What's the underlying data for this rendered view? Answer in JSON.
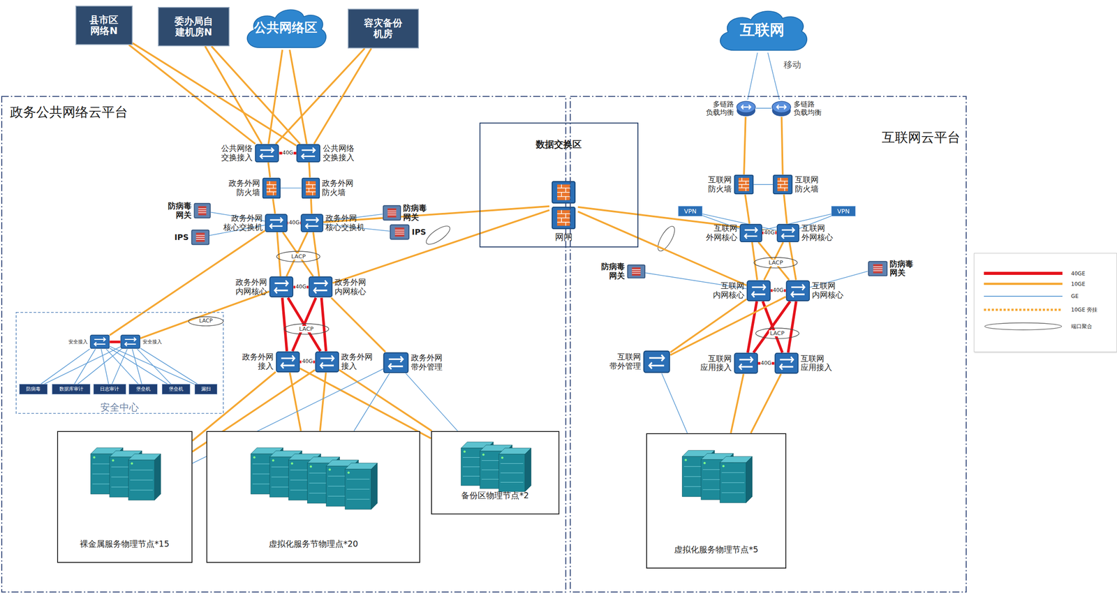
{
  "diagram": {
    "nodes": [
      {
        "text": [
          "县市区 网络N"
        ]
      },
      {
        "text": [
          "委办局自 建机房N"
        ]
      },
      {
        "text": [
          "公共网络区"
        ]
      },
      {
        "text": [
          "容灾备份 机房"
        ]
      },
      {
        "text": [
          "互联网"
        ]
      },
      {
        "text": [
          "政务公共网络云平台"
        ]
      },
      {
        "text": [
          "公共网络 交换接入"
        ],
        "in": 5
      },
      {
        "text": [
          "公共网络 交换接入"
        ],
        "in": 5
      },
      {
        "text": [
          "政务外网 防火墙"
        ],
        "in": 5
      },
      {
        "text": [
          "政务外网 防火墙"
        ],
        "in": 5
      },
      {
        "text": [
          "防病毒 网关"
        ],
        "in": 5
      },
      {
        "text": [
          "政务外网 核心交换机"
        ],
        "in": 5
      },
      {
        "text": [
          "政务外网 核心交换机"
        ],
        "in": 5
      },
      {
        "text": [
          "防病毒 网关"
        ],
        "in": 5
      },
      {
        "text": [
          "IPS"
        ],
        "in": 5
      },
      {
        "text": [
          "IPS"
        ],
        "in": 5
      },
      {
        "text": [
          "政务外网 内网核心"
        ],
        "in": 5
      },
      {
        "text": [
          "政务外网 内网核心"
        ],
        "in": 5
      },
      {
        "text": [
          "安全中心"
        ],
        "in": 5
      },
      {
        "text": [
          "安全接入"
        ],
        "in": 18
      },
      {
        "text": [
          "安全接入"
        ],
        "in": 18
      },
      {
        "text": [
          "防病毒"
        ],
        "in": 18
      },
      {
        "text": [
          "数据库审计"
        ],
        "in": 18
      },
      {
        "text": [
          "日志审计"
        ],
        "in": 18
      },
      {
        "text": [
          "堡垒机"
        ],
        "in": 18
      },
      {
        "text": [
          "堡垒机"
        ],
        "in": 18
      },
      {
        "text": [
          "漏扫"
        ],
        "in": 18
      },
      {
        "text": [
          "政务外网 接入"
        ],
        "in": 5
      },
      {
        "text": [
          "政务外网 接入"
        ],
        "in": 5
      },
      {
        "text": [
          "政务外网 带外管理"
        ],
        "in": 5
      },
      {
        "text": [
          "裸金属服务物理节点*15"
        ],
        "in": 5
      },
      {
        "text": [
          "虚拟化服务节物理点*20"
        ],
        "in": 5
      },
      {
        "text": [
          "备份区物理节点*2"
        ],
        "in": 5
      },
      {
        "text": [
          "数据交换区"
        ]
      },
      {
        "text": [
          "网闸"
        ],
        "in": 33
      },
      {
        "text": [
          "互联网云平台"
        ]
      },
      {
        "text": [
          "多链路 负载均衡"
        ],
        "in": 35
      },
      {
        "text": [
          "多链路 负载均衡"
        ],
        "in": 35
      },
      {
        "text": [
          "互联网 防火墙"
        ],
        "in": 35
      },
      {
        "text": [
          "互联网 防火墙"
        ],
        "in": 35
      },
      {
        "text": [
          "VPN"
        ],
        "in": 35
      },
      {
        "text": [
          "VPN"
        ],
        "in": 35
      },
      {
        "text": [
          "互联网 外网核心"
        ],
        "in": 35
      },
      {
        "text": [
          "互联网 外网核心"
        ],
        "in": 35
      },
      {
        "text": [
          "防病毒 网关"
        ],
        "in": 35
      },
      {
        "text": [
          "防病毒 网关"
        ],
        "in": 35
      },
      {
        "text": [
          "互联网 内网核心"
        ],
        "in": 35
      },
      {
        "text": [
          "互联网 内网核心"
        ],
        "in": 35
      },
      {
        "text": [
          "互联网 带外管理"
        ],
        "in": 35
      },
      {
        "text": [
          "互联网 应用接入"
        ],
        "in": 35
      },
      {
        "text": [
          "互联网 应用接入"
        ],
        "in": 35
      },
      {
        "text": [
          "虚拟化服务物理节点*5"
        ],
        "in": 35
      }
    ],
    "edges": [
      {
        "from": 0,
        "to": 6,
        "arrow": "none"
      },
      {
        "from": 0,
        "to": 7,
        "arrow": "none"
      },
      {
        "from": 1,
        "to": 6,
        "arrow": "none"
      },
      {
        "from": 1,
        "to": 7,
        "arrow": "none"
      },
      {
        "from": 2,
        "to": 6,
        "arrow": "none"
      },
      {
        "from": 2,
        "to": 7,
        "arrow": "none"
      },
      {
        "from": 3,
        "to": 6,
        "arrow": "none"
      },
      {
        "from": 3,
        "to": 7,
        "arrow": "none"
      },
      {
        "from": 6,
        "to": 7,
        "arrow": "none",
        "label": "40G"
      },
      {
        "from": 6,
        "to": 8,
        "arrow": "none"
      },
      {
        "from": 7,
        "to": 9,
        "arrow": "none"
      },
      {
        "from": 8,
        "to": 9,
        "arrow": "none"
      },
      {
        "from": 8,
        "to": 11,
        "arrow": "none"
      },
      {
        "from": 9,
        "to": 12,
        "arrow": "none"
      },
      {
        "from": 11,
        "to": 12,
        "arrow": "none",
        "label": "40G"
      },
      {
        "from": 10,
        "to": 11,
        "arrow": "none"
      },
      {
        "from": 14,
        "to": 11,
        "arrow": "none"
      },
      {
        "from": 12,
        "to": 13,
        "arrow": "none"
      },
      {
        "from": 12,
        "to": 15,
        "arrow": "none"
      },
      {
        "from": 11,
        "to": 16,
        "arrow": "none"
      },
      {
        "from": 11,
        "to": 17,
        "arrow": "none"
      },
      {
        "from": 12,
        "to": 16,
        "arrow": "none"
      },
      {
        "from": 12,
        "to": 17,
        "arrow": "none"
      },
      {
        "from": 16,
        "to": 17,
        "arrow": "none",
        "label": "40G"
      },
      {
        "from": 11,
        "to": 19,
        "arrow": "none"
      },
      {
        "from": 16,
        "to": 20,
        "arrow": "none"
      },
      {
        "from": 19,
        "to": 20,
        "arrow": "none"
      },
      {
        "from": 19,
        "to": 21,
        "arrow": "none"
      },
      {
        "from": 19,
        "to": 22,
        "arrow": "none"
      },
      {
        "from": 19,
        "to": 23,
        "arrow": "none"
      },
      {
        "from": 19,
        "to": 24,
        "arrow": "none"
      },
      {
        "from": 19,
        "to": 25,
        "arrow": "none"
      },
      {
        "from": 19,
        "to": 26,
        "arrow": "none"
      },
      {
        "from": 20,
        "to": 21,
        "arrow": "none"
      },
      {
        "from": 20,
        "to": 22,
        "arrow": "none"
      },
      {
        "from": 20,
        "to": 23,
        "arrow": "none"
      },
      {
        "from": 20,
        "to": 24,
        "arrow": "none"
      },
      {
        "from": 20,
        "to": 25,
        "arrow": "none"
      },
      {
        "from": 20,
        "to": 26,
        "arrow": "none"
      },
      {
        "from": 16,
        "to": 27,
        "arrow": "none"
      },
      {
        "from": 16,
        "to": 28,
        "arrow": "none"
      },
      {
        "from": 17,
        "to": 27,
        "arrow": "none"
      },
      {
        "from": 17,
        "to": 28,
        "arrow": "none"
      },
      {
        "from": 27,
        "to": 28,
        "arrow": "none",
        "label": "40G"
      },
      {
        "from": 17,
        "to": 29,
        "arrow": "none"
      },
      {
        "from": 27,
        "to": 30,
        "arrow": "none"
      },
      {
        "from": 27,
        "to": 31,
        "arrow": "none"
      },
      {
        "from": 27,
        "to": 32,
        "arrow": "none"
      },
      {
        "from": 28,
        "to": 30,
        "arrow": "none"
      },
      {
        "from": 28,
        "to": 31,
        "arrow": "none"
      },
      {
        "from": 28,
        "to": 32,
        "arrow": "none"
      },
      {
        "from": 29,
        "to": 30,
        "arrow": "none"
      },
      {
        "from": 29,
        "to": 31,
        "arrow": "none"
      },
      {
        "from": 29,
        "to": 32,
        "arrow": "none"
      },
      {
        "from": 12,
        "to": 34,
        "arrow": "none"
      },
      {
        "from": 17,
        "to": 34,
        "arrow": "none"
      },
      {
        "from": 34,
        "to": 43,
        "arrow": "none"
      },
      {
        "from": 34,
        "to": 46,
        "arrow": "none"
      },
      {
        "from": 4,
        "to": 36,
        "arrow": "none"
      },
      {
        "from": 4,
        "to": 37,
        "arrow": "none"
      },
      {
        "from": 36,
        "to": 37,
        "arrow": "none"
      },
      {
        "from": 36,
        "to": 38,
        "arrow": "none"
      },
      {
        "from": 37,
        "to": 39,
        "arrow": "none"
      },
      {
        "from": 38,
        "to": 39,
        "arrow": "none"
      },
      {
        "from": 38,
        "to": 42,
        "arrow": "none"
      },
      {
        "from": 39,
        "to": 43,
        "arrow": "none"
      },
      {
        "from": 40,
        "to": 42,
        "arrow": "none"
      },
      {
        "from": 40,
        "to": 43,
        "arrow": "none"
      },
      {
        "from": 41,
        "to": 42,
        "arrow": "none"
      },
      {
        "from": 41,
        "to": 43,
        "arrow": "none"
      },
      {
        "from": 42,
        "to": 43,
        "arrow": "none",
        "label": "40G"
      },
      {
        "from": 42,
        "to": 46,
        "arrow": "none"
      },
      {
        "from": 42,
        "to": 47,
        "arrow": "none"
      },
      {
        "from": 43,
        "to": 46,
        "arrow": "none"
      },
      {
        "from": 43,
        "to": 47,
        "arrow": "none"
      },
      {
        "from": 44,
        "to": 46,
        "arrow": "none"
      },
      {
        "from": 45,
        "to": 47,
        "arrow": "none"
      },
      {
        "from": 46,
        "to": 47,
        "arrow": "none",
        "label": "40G"
      },
      {
        "from": 46,
        "to": 49,
        "arrow": "none"
      },
      {
        "from": 46,
        "to": 50,
        "arrow": "none"
      },
      {
        "from": 47,
        "to": 49,
        "arrow": "none"
      },
      {
        "from": 47,
        "to": 50,
        "arrow": "none"
      },
      {
        "from": 49,
        "to": 50,
        "arrow": "none",
        "label": "40G"
      },
      {
        "from": 46,
        "to": 48,
        "arrow": "none"
      },
      {
        "from": 47,
        "to": 48,
        "arrow": "none"
      },
      {
        "from": 49,
        "to": 51,
        "arrow": "none"
      },
      {
        "from": 50,
        "to": 51,
        "arrow": "none"
      },
      {
        "from": 48,
        "to": 51,
        "arrow": "none"
      }
    ],
    "labels": [
      "移动",
      "LACP",
      "LACP",
      "LACP",
      "LACP",
      "LACP"
    ],
    "legend": [
      {
        "text": "40GE",
        "color": "#e5121b"
      },
      {
        "text": "10GE",
        "color": "#f5a732"
      },
      {
        "text": "GE",
        "color": "#5b9bd5"
      },
      {
        "text": "10GE 旁挂"
      },
      {
        "text": "端口聚合"
      }
    ]
  }
}
